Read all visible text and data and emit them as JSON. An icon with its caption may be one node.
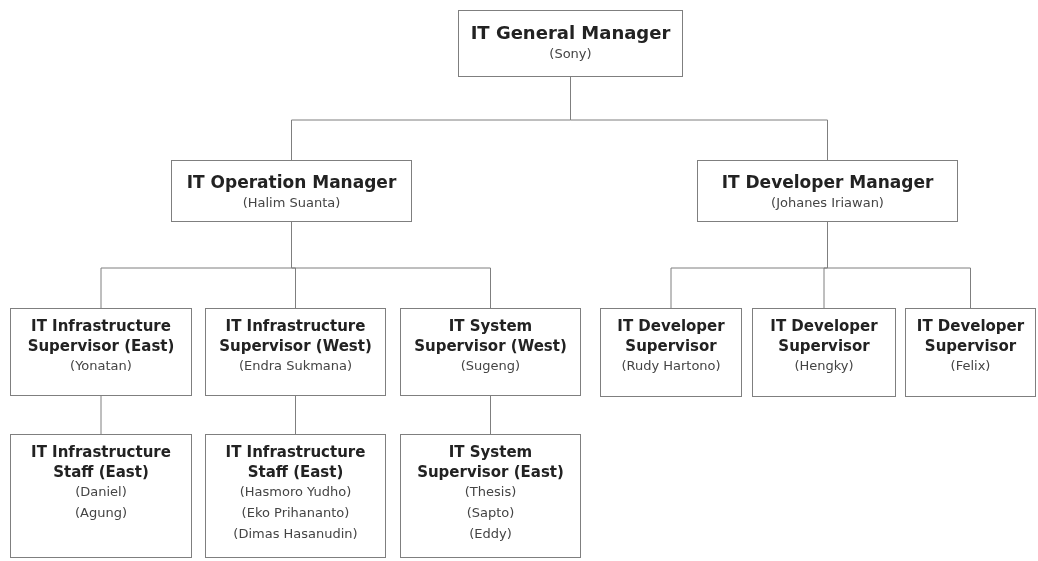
{
  "diagram": {
    "nodes": [
      {
        "text": [
          "IT General Manager",
          "(Sony)"
        ]
      },
      {
        "text": [
          "IT Operation Manager",
          "(Halim Suanta)"
        ]
      },
      {
        "text": [
          "IT Developer Manager",
          "(Johanes Iriawan)"
        ]
      },
      {
        "text": [
          "IT Infrastructure Supervisor (East)",
          "(Yonatan)"
        ]
      },
      {
        "text": [
          "IT Infrastructure Supervisor (West)",
          "(Endra Sukmana)"
        ]
      },
      {
        "text": [
          "IT System Supervisor (West)",
          "(Sugeng)"
        ]
      },
      {
        "text": [
          "IT Developer Supervisor",
          "(Rudy Hartono)"
        ]
      },
      {
        "text": [
          "IT Developer Supervisor",
          "(Hengky)"
        ]
      },
      {
        "text": [
          "IT Developer Supervisor",
          "(Felix)"
        ]
      },
      {
        "text": [
          "IT Infrastructure Staff (East)",
          "(Daniel)",
          "(Agung)"
        ]
      },
      {
        "text": [
          "IT Infrastructure Staff (East)",
          "(Hasmoro Yudho)",
          "(Eko Prihananto)",
          "(Dimas Hasanudin)"
        ]
      },
      {
        "text": [
          "IT System Supervisor (East)",
          "(Thesis)",
          "(Sapto)",
          "(Eddy)"
        ]
      }
    ],
    "edges": [
      {
        "from": 0,
        "to": 1,
        "arrow": "none"
      },
      {
        "from": 0,
        "to": 2,
        "arrow": "none"
      },
      {
        "from": 1,
        "to": 3,
        "arrow": "none"
      },
      {
        "from": 1,
        "to": 4,
        "arrow": "none"
      },
      {
        "from": 1,
        "to": 5,
        "arrow": "none"
      },
      {
        "from": 2,
        "to": 6,
        "arrow": "none"
      },
      {
        "from": 2,
        "to": 7,
        "arrow": "none"
      },
      {
        "from": 2,
        "to": 8,
        "arrow": "none"
      },
      {
        "from": 3,
        "to": 9,
        "arrow": "none"
      },
      {
        "from": 4,
        "to": 10,
        "arrow": "none"
      },
      {
        "from": 5,
        "to": 11,
        "arrow": "none"
      }
    ]
  }
}
